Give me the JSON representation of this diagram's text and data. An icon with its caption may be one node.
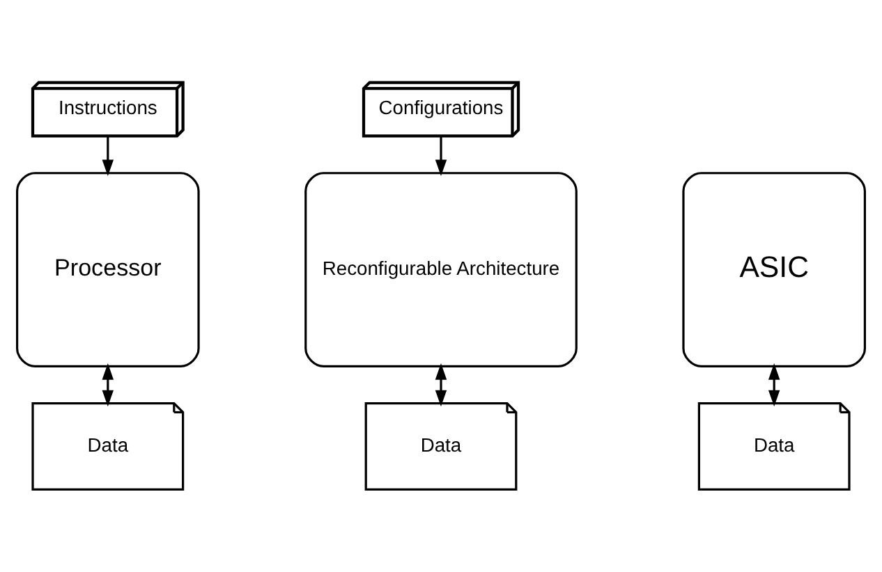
{
  "diagram": {
    "nodes": [
      {
        "text": [
          "Instructions"
        ]
      },
      {
        "text": [
          "Configurations"
        ]
      },
      {
        "text": [
          "Processor"
        ]
      },
      {
        "text": [
          "Reconfigurable Architecture"
        ]
      },
      {
        "text": [
          "ASIC"
        ]
      },
      {
        "text": [
          "Data"
        ]
      },
      {
        "text": [
          "Data"
        ]
      },
      {
        "text": [
          "Data"
        ]
      }
    ],
    "edges": [
      {
        "from": 0,
        "to": 2,
        "arrow": "to"
      },
      {
        "from": 1,
        "to": 3,
        "arrow": "to"
      },
      {
        "from": 2,
        "to": 5,
        "arrow": "both"
      },
      {
        "from": 3,
        "to": 6,
        "arrow": "both"
      },
      {
        "from": 4,
        "to": 7,
        "arrow": "both"
      }
    ]
  }
}
